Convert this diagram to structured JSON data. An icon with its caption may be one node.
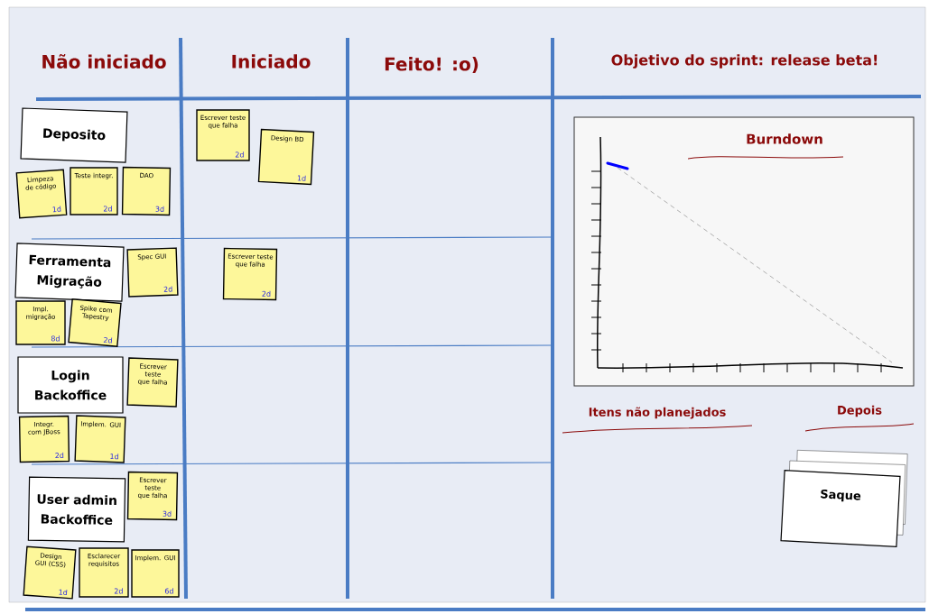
{
  "diagram": {
    "nodes": [
      {
        "text": [
          "Deposito"
        ]
      },
      {
        "text": [
          "Limpeza de código",
          "1d"
        ]
      },
      {
        "text": [
          "Teste integr.",
          "2d"
        ]
      },
      {
        "text": [
          "DAO",
          "3d"
        ]
      },
      {
        "text": [
          "Escrever teste que falha",
          "2d"
        ]
      },
      {
        "text": [
          "Design BD",
          "1d"
        ]
      },
      {
        "text": [
          "Burndown"
        ]
      },
      {
        "text": [
          "Ferramenta Migração"
        ]
      },
      {
        "text": [
          "Spec GUI",
          "2d"
        ]
      },
      {
        "text": [
          "Impl. migração",
          "8d"
        ]
      },
      {
        "text": [
          "Spike com Tapestry",
          "2d"
        ]
      },
      {
        "text": [
          "Escrever teste que falha",
          "2d"
        ]
      },
      {
        "text": [
          "Login Backoffice"
        ]
      },
      {
        "text": [
          "Escrever teste que falha"
        ]
      },
      {
        "text": [
          "Integr. com JBoss",
          "2d"
        ]
      },
      {
        "text": [
          "Implem. GUI",
          "1d"
        ]
      },
      {
        "text": [
          "User admin Backoffice"
        ]
      },
      {
        "text": [
          "Escrever teste que falha",
          "3d"
        ]
      },
      {
        "text": [
          "Design GUI (CSS)",
          "1d"
        ]
      },
      {
        "text": [
          "Esclarecer requisitos",
          "2d"
        ]
      },
      {
        "text": [
          "Implem. GUI",
          "6d"
        ]
      },
      {
        "text": [
          "Saque"
        ]
      }
    ],
    "labels": [
      "Não iniciado",
      "Iniciado",
      "Feito! :o)",
      "Objetivo do sprint: release beta!",
      "Itens não planejados",
      "Depois"
    ]
  }
}
